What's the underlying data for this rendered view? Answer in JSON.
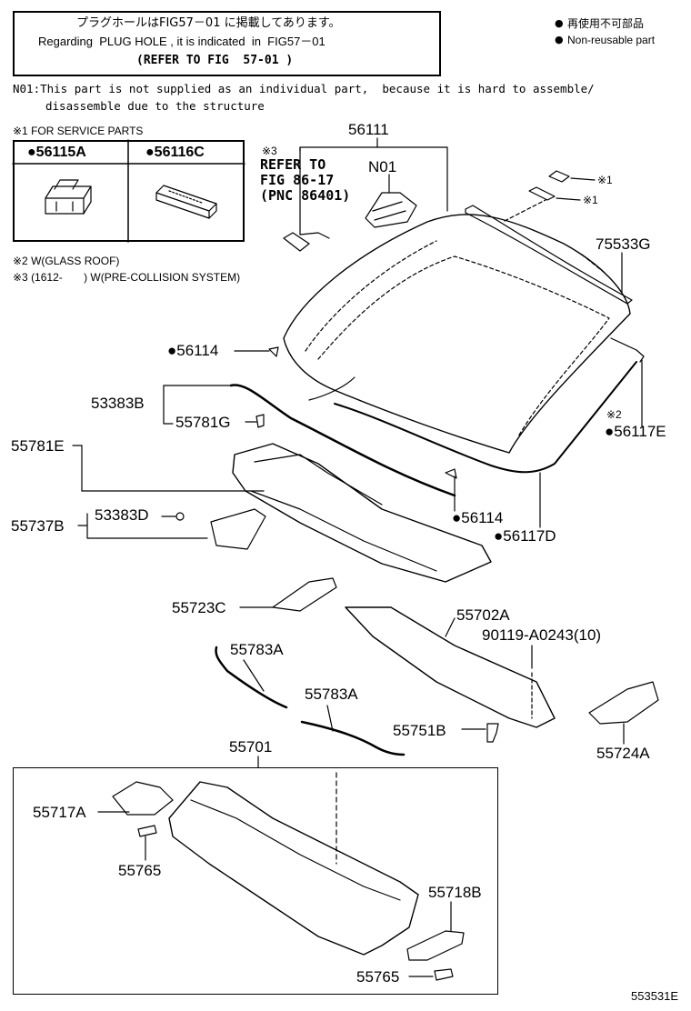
{
  "header_note": {
    "line_jp": "プラグホールはFIG57－01 に掲載してあります。",
    "line_en": "Regarding  PLUG HOLE , it is indicated  in  FIG57－01",
    "line_ref": "(REFER TO FIG  57-01 )"
  },
  "legend": {
    "jp": "再使用不可部品",
    "en": "Non-reusable part",
    "symbol": "●"
  },
  "n01_note": {
    "line1": "N01:This part is not supplied as an individual part,  because it is hard to assemble/",
    "line2": "disassemble due to the structure"
  },
  "footnotes": {
    "service_parts": "※1 FOR SERVICE PARTS",
    "glass_roof": "※2 W(GLASS ROOF)",
    "pre_collision": "※3 (1612-       ) W(PRE-COLLISION SYSTEM)"
  },
  "service_parts_box": {
    "col1": "●56115A",
    "col2": "●56116C"
  },
  "refer_block": {
    "mark": "※3",
    "line1": "REFER TO",
    "line2": "FIG 86-17",
    "line3": "(PNC 86401)",
    "n01": "N01"
  },
  "callouts": {
    "p56111": "56111",
    "mark1a": "※1",
    "mark1b": "※1",
    "p75533G": "75533G",
    "p56114a": "●56114",
    "mark2": "※2",
    "p56117E": "●56117E",
    "p53383B": "53383B",
    "p55781G": "55781G",
    "p55781E": "55781E",
    "p56114b": "●56114",
    "p56117D": "●56117D",
    "p53383D": "53383D",
    "p55737B": "55737B",
    "p55723C": "55723C",
    "p55702A": "55702A",
    "p90119": "90119-A0243(10)",
    "p55783A_1": "55783A",
    "p55783A_2": "55783A",
    "p55751B": "55751B",
    "p55724A": "55724A",
    "p55701": "55701",
    "p55717A": "55717A",
    "p55765a": "55765",
    "p55718B": "55718B",
    "p55765b": "55765"
  },
  "drawing_id": "553531E",
  "colors": {
    "line": "#000000",
    "background": "#ffffff"
  }
}
